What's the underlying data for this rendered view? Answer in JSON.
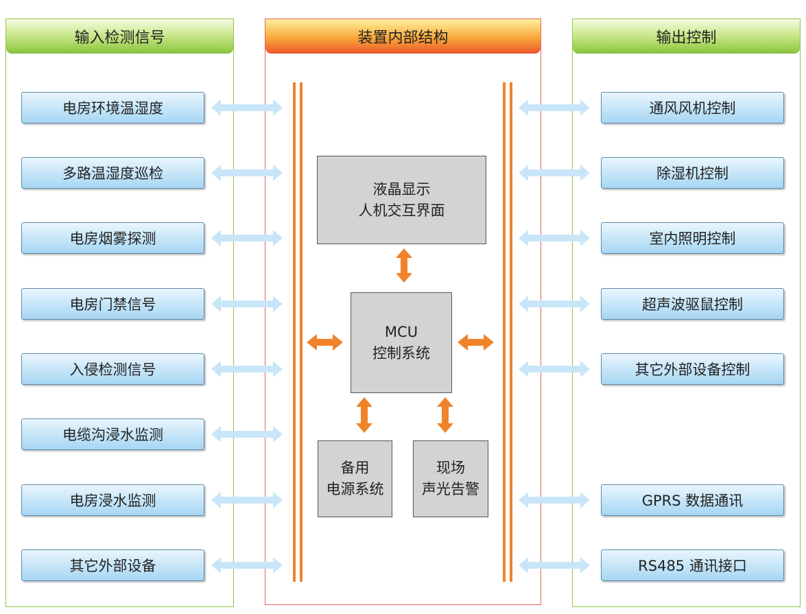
{
  "left_panel": {
    "title": "输入检测信号",
    "items": [
      "电房环境温湿度",
      "多路温湿度巡检",
      "电房烟雾探测",
      "电房门禁信号",
      "入侵检测信号",
      "电缆沟浸水监测",
      "电房浸水监测",
      "其它外部设备"
    ]
  },
  "middle_panel": {
    "title": "装置内部结构",
    "lcd": {
      "line1": "液晶显示",
      "line2": "人机交互界面"
    },
    "mcu": {
      "line1": "MCU",
      "line2": "控制系统"
    },
    "power": {
      "line1": "备用",
      "line2": "电源系统"
    },
    "alarm": {
      "line1": "现场",
      "line2": "声光告警"
    }
  },
  "right_panel": {
    "title": "输出控制",
    "items": [
      "通风风机控制",
      "除湿机控制",
      "室内照明控制",
      "超声波驱鼠控制",
      "其它外部设备控制",
      "GPRS 数据通讯",
      "RS485 通讯接口"
    ]
  },
  "colors": {
    "green_accent": "#8cc63f",
    "orange_accent": "#f0822a",
    "blue_arrow": "#c9e6f8",
    "gray_box": "#d3d3d3"
  }
}
